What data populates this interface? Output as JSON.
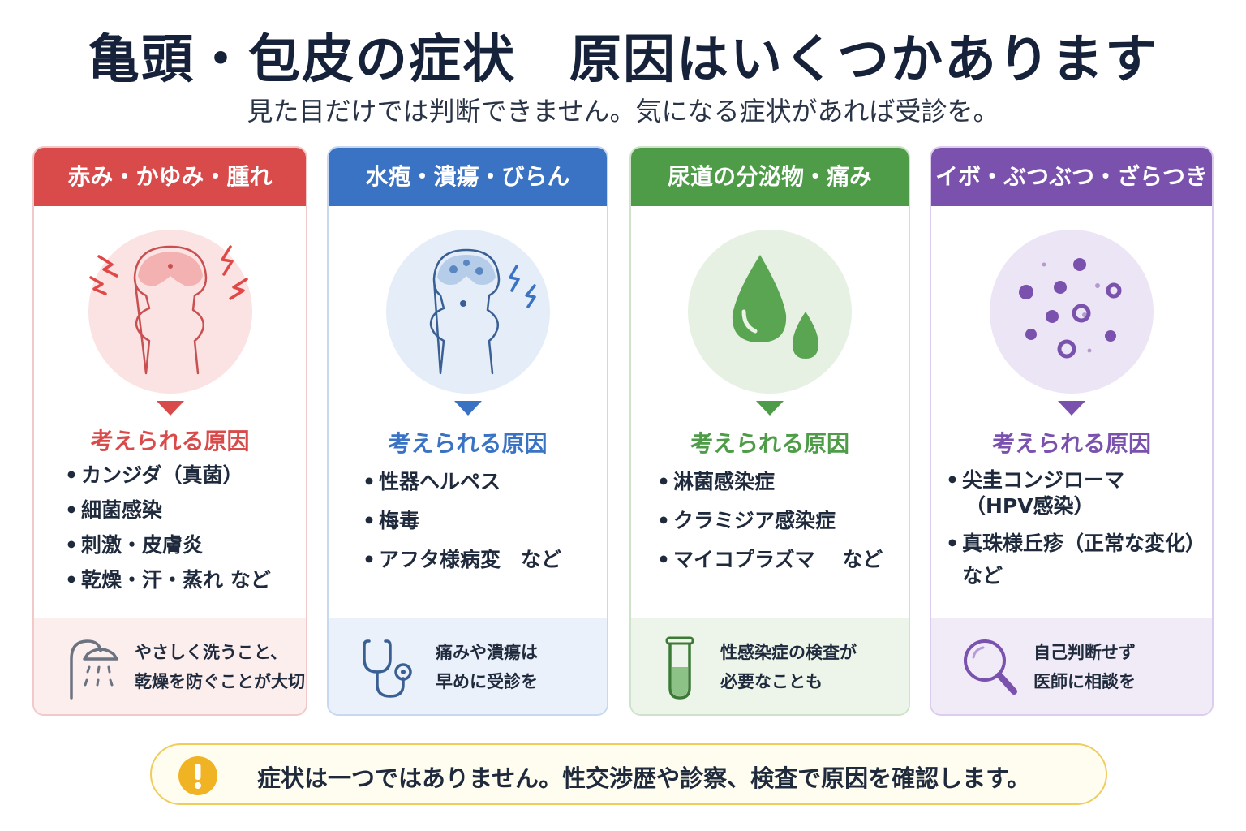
{
  "title": "亀頭・包皮の症状　原因はいくつかあります",
  "subtitle": "見た目だけでは判断できません。気になる症状があれば受診を。",
  "colors": {
    "red": "#d94a4a",
    "blue": "#3a72c4",
    "green": "#4e9c48",
    "purple": "#7a52ae",
    "notice_border": "#f0cc5a",
    "notice_icon": "#f0b323"
  },
  "cards": [
    {
      "header": "赤み・かゆみ・腫れ",
      "illustration": "red-swollen-glans-icon",
      "cause_heading": "考えられる原因",
      "causes": [
        "カンジダ（真菌）",
        "細菌感染",
        "刺激・皮膚炎",
        "乾燥・汗・蒸れ など"
      ],
      "tip_icon": "shower-icon",
      "tip_line1": "やさしく洗うこと、",
      "tip_line2": "乾燥を防ぐことが大切"
    },
    {
      "header": "水疱・潰瘍・びらん",
      "illustration": "blister-glans-icon",
      "cause_heading": "考えられる原因",
      "causes": [
        "性器ヘルペス",
        "梅毒",
        "アフタ様病変　など"
      ],
      "tip_icon": "stethoscope-icon",
      "tip_line1": "痛みや潰瘍は",
      "tip_line2": "早めに受診を"
    },
    {
      "header": "尿道の分泌物・痛み",
      "illustration": "discharge-drop-icon",
      "cause_heading": "考えられる原因",
      "causes": [
        "淋菌感染症",
        "クラミジア感染症",
        "マイコプラズマ　 など"
      ],
      "tip_icon": "test-tube-icon",
      "tip_line1": "性感染症の検査が",
      "tip_line2": "必要なことも"
    },
    {
      "header": "イボ・ぶつぶつ・ざらつき",
      "illustration": "bumps-dots-icon",
      "cause_heading": "考えられる原因",
      "causes": [
        "尖圭コンジローマ",
        "（HPV感染）",
        "真珠様丘疹（正常な変化）",
        "など"
      ],
      "tip_icon": "magnifier-icon",
      "tip_line1": "自己判断せず",
      "tip_line2": "医師に相談を"
    }
  ],
  "notice": {
    "icon": "exclamation-icon",
    "text": "症状は一つではありません。性交渉歴や診察、検査で原因を確認します。"
  }
}
